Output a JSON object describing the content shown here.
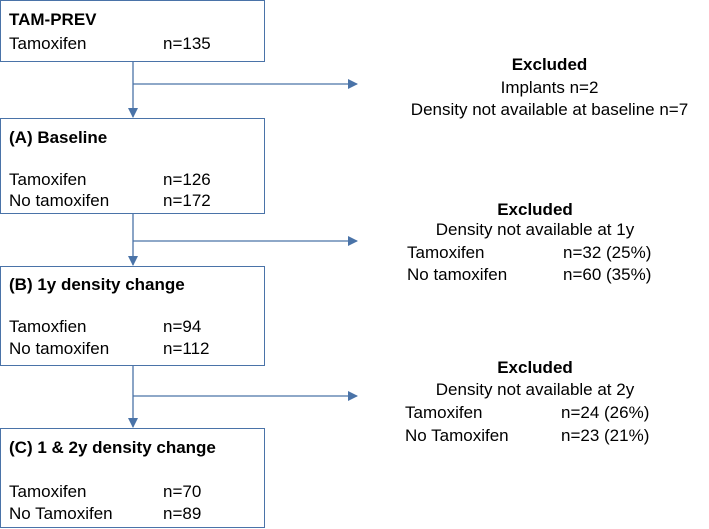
{
  "colors": {
    "box_border": "#4a73a8",
    "arrow": "#4a73a8",
    "text": "#000000"
  },
  "boxes": {
    "tamprev": {
      "title": "TAM-PREV",
      "rows": [
        {
          "label": "Tamoxifen",
          "value": "n=135"
        }
      ]
    },
    "baseline": {
      "title": "(A) Baseline",
      "rows": [
        {
          "label": "Tamoxifen",
          "value": "n=126"
        },
        {
          "label": "No tamoxifen",
          "value": "n=172"
        }
      ]
    },
    "one_year": {
      "title": "(B) 1y density change",
      "rows": [
        {
          "label": "Tamoxfien",
          "value": "n=94"
        },
        {
          "label": "No tamoxifen",
          "value": "n=112"
        }
      ]
    },
    "two_year": {
      "title": "(C) 1 & 2y density change",
      "rows": [
        {
          "label": "Tamoxifen",
          "value": "n=70"
        },
        {
          "label": "No Tamoxifen",
          "value": "n=89"
        }
      ]
    }
  },
  "excluded": {
    "first": {
      "title": "Excluded",
      "lines": [
        "Implants n=2",
        "Density not available at baseline n=7"
      ]
    },
    "second": {
      "title": "Excluded",
      "subtitle": "Density not available at 1y",
      "rows": [
        {
          "label": "Tamoxifen",
          "value": "n=32 (25%)"
        },
        {
          "label": "No tamoxifen",
          "value": "n=60 (35%)"
        }
      ]
    },
    "third": {
      "title": "Excluded",
      "subtitle": "Density not available at 2y",
      "rows": [
        {
          "label": "Tamoxifen",
          "value": "n=24 (26%)"
        },
        {
          "label": "No Tamoxifen",
          "value": "n=23 (21%)"
        }
      ]
    }
  }
}
